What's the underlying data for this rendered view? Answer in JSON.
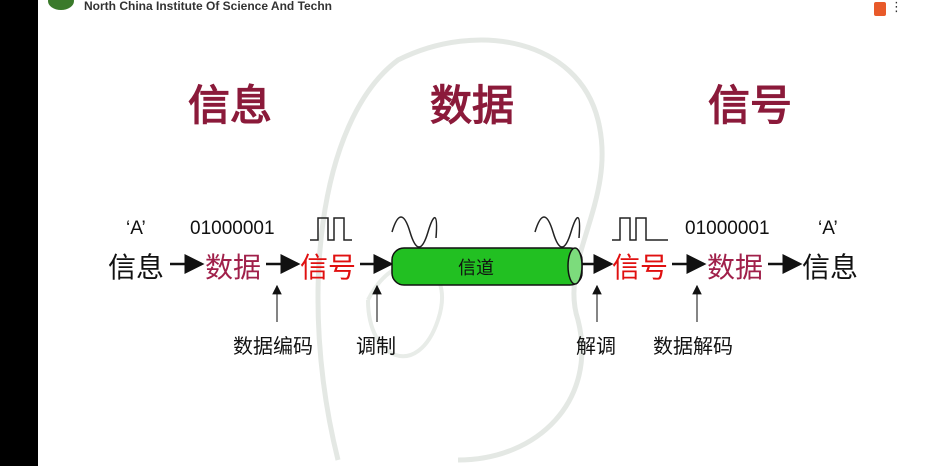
{
  "header": {
    "institution": "North China Institute Of Science And Techn",
    "app_icon": "powerpoint-icon",
    "menu_icon": "more-vertical-icon"
  },
  "titles": [
    "信息",
    "数据",
    "信号"
  ],
  "flow": {
    "top_labels": {
      "char_left": "‘A’",
      "bits_left": "01000001",
      "bits_right": "01000001",
      "char_right": "‘A’"
    },
    "nodes": [
      "信息",
      "数据",
      "信号",
      "信号",
      "数据",
      "信息"
    ],
    "channel": "信道",
    "steps": [
      "数据编码",
      "调制",
      "解调",
      "数据解码"
    ]
  },
  "colors": {
    "title": "#8b1a3a",
    "data": "#a0204a",
    "signal": "#e01010",
    "channel": "#22c022"
  }
}
